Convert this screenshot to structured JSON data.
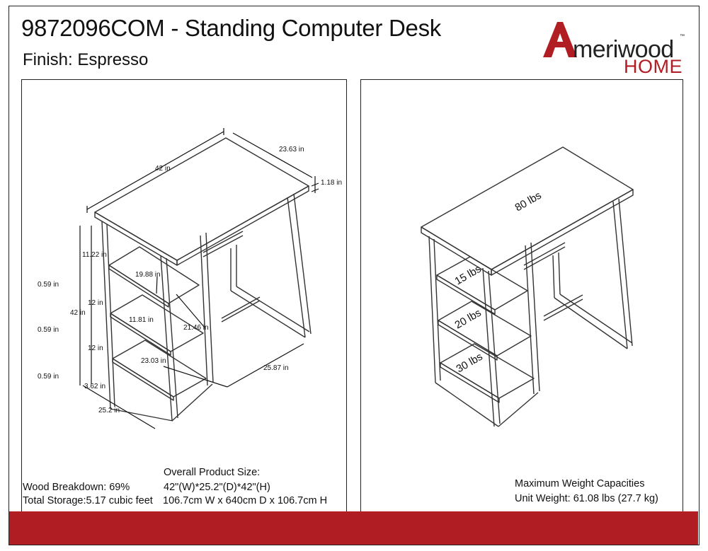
{
  "header": {
    "title": "9872096COM - Standing Computer Desk",
    "finish": "Finish: Espresso"
  },
  "logo": {
    "letter": "A",
    "word": "meriwood",
    "trademark": "™",
    "home": "HOME"
  },
  "dimensions": {
    "width_top": "42 in",
    "depth_top": "23.63 in",
    "top_thickness": "1.18 in",
    "shelf_gap_top": "11.22 in",
    "shelf_thickness_1": "0.59 in",
    "shelf_gap_mid": "12 in",
    "total_height": "42 in",
    "shelf_thickness_2": "0.59 in",
    "shelf_gap_low": "12 in",
    "shelf_thickness_3": "0.59 in",
    "base_offset": "3.62 in",
    "base_depth": "25.2 in",
    "shelf_width_top": "19.88 in",
    "shelf_depth": "11.81 in",
    "shelf_width_mid": "21.46 in",
    "shelf_width_low": "23.03 in",
    "base_length": "25.87 in"
  },
  "weights": {
    "top": "80 lbs",
    "shelf_1": "15 lbs",
    "shelf_2": "20 lbs",
    "shelf_3": "30 lbs"
  },
  "specs": {
    "overall_label": "Overall Product Size:",
    "wood_breakdown": "Wood Breakdown: 69%",
    "size_in": "42\"(W)*25.2\"(D)*42\"(H)",
    "total_storage": "Total Storage:5.17 cubic feet",
    "size_cm": "106.7cm W x 640cm D x 106.7cm H",
    "max_weight": "Maximum Weight Capacities",
    "unit_weight": "Unit Weight: 61.08 lbs (27.7 kg)"
  },
  "colors": {
    "brand_red": "#b01e24",
    "line": "#222222"
  }
}
